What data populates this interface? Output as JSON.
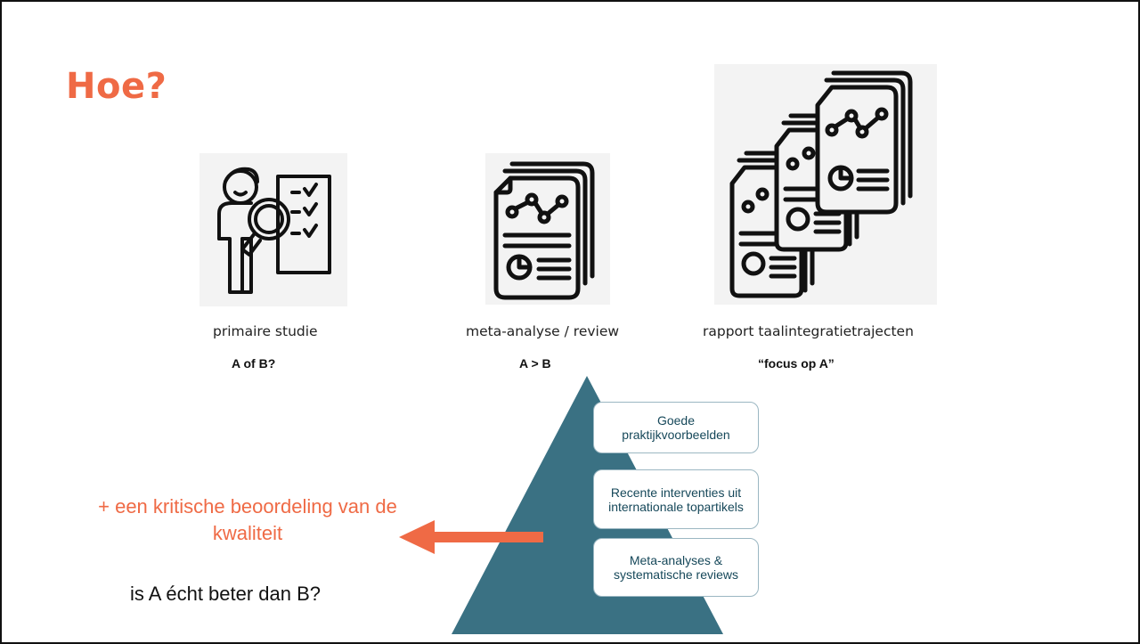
{
  "slide": {
    "title": "Hoe?",
    "items": [
      {
        "caption": "primaire studie",
        "subcaption": "A of B?",
        "icon": "researcher-magnifier-icon"
      },
      {
        "caption": "meta-analyse / review",
        "subcaption": "A > B",
        "icon": "report-stack-icon"
      },
      {
        "caption": "rapport taalintegratietrajecten",
        "subcaption": "“focus op A”",
        "icon": "multiple-report-stacks-icon"
      }
    ],
    "pyramid": {
      "levels": [
        "Goede praktijkvoorbeelden",
        "Recente interventies uit internationale topartikels",
        "Meta-analyses & systematische reviews"
      ]
    },
    "callout": "+ een kritische beoordeling van de kwaliteit",
    "question": "is A écht beter dan B?",
    "colors": {
      "accent": "#ef6a45",
      "pyramid": "#3a7183",
      "box_text": "#16485a"
    }
  }
}
